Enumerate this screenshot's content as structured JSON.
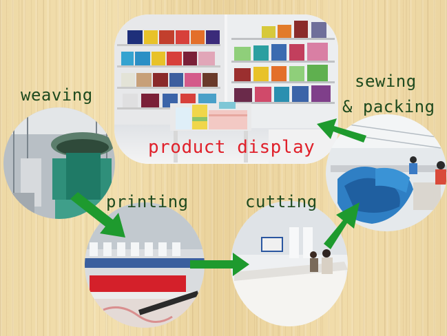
{
  "steps": {
    "weaving": "weaving",
    "printing": "printing",
    "cutting": "cutting",
    "sewing_line1": "sewing",
    "sewing_line2": "& packing",
    "product_display": "product display"
  },
  "colors": {
    "label_text": "#1e4a1e",
    "highlight_text": "#e0202a",
    "arrow": "#1e9a2e",
    "background": "#efd9a6"
  },
  "icons": {
    "flow_arrow": "arrow-icon"
  }
}
